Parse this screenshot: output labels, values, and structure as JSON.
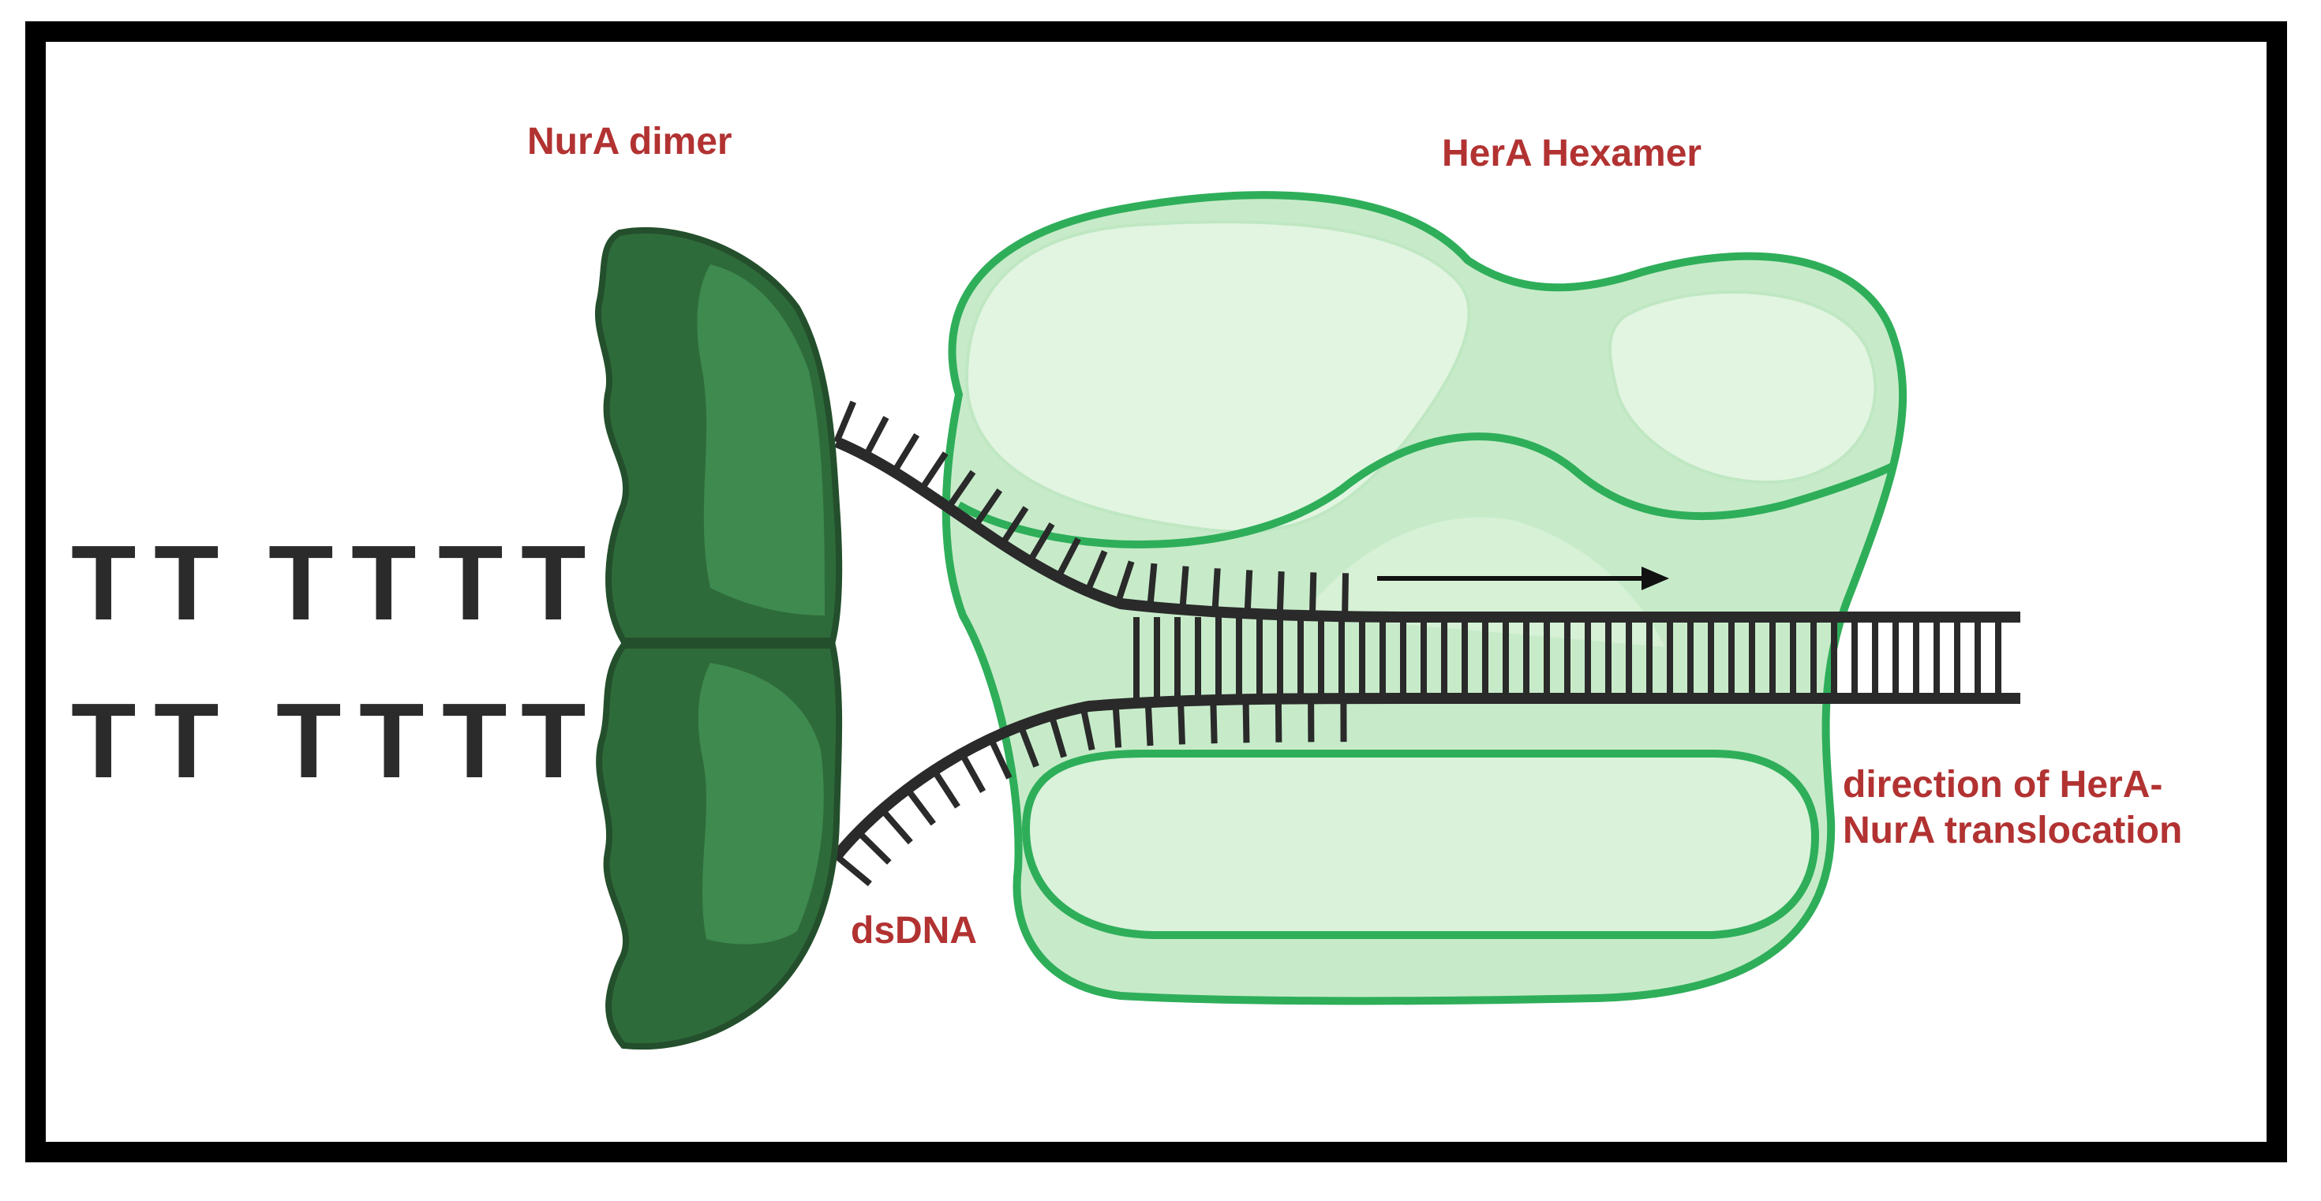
{
  "labels": {
    "nura": "NurA dimer",
    "hera": "HerA Hexamer",
    "dsdna": "dsDNA",
    "direction_line1": "direction of HerA-",
    "direction_line2": "NurA translocation"
  },
  "glyphs": {
    "t_symbol": "T"
  },
  "colors": {
    "border": "#000000",
    "nura_dark": "#2e6b3a",
    "nura_mid": "#3e8a4f",
    "nura_outline": "#244f2c",
    "hera_outline": "#2fae5a",
    "hera_fill_light": "#d9f2d9",
    "hera_fill_mid": "#bfe7c2",
    "hera_fill_pale": "#e7f7e6",
    "dna": "#2a2a2a",
    "label_red": "#b23232",
    "t_color": "#2b2b2b"
  },
  "icons": {
    "arrow": "right-arrow-icon"
  }
}
